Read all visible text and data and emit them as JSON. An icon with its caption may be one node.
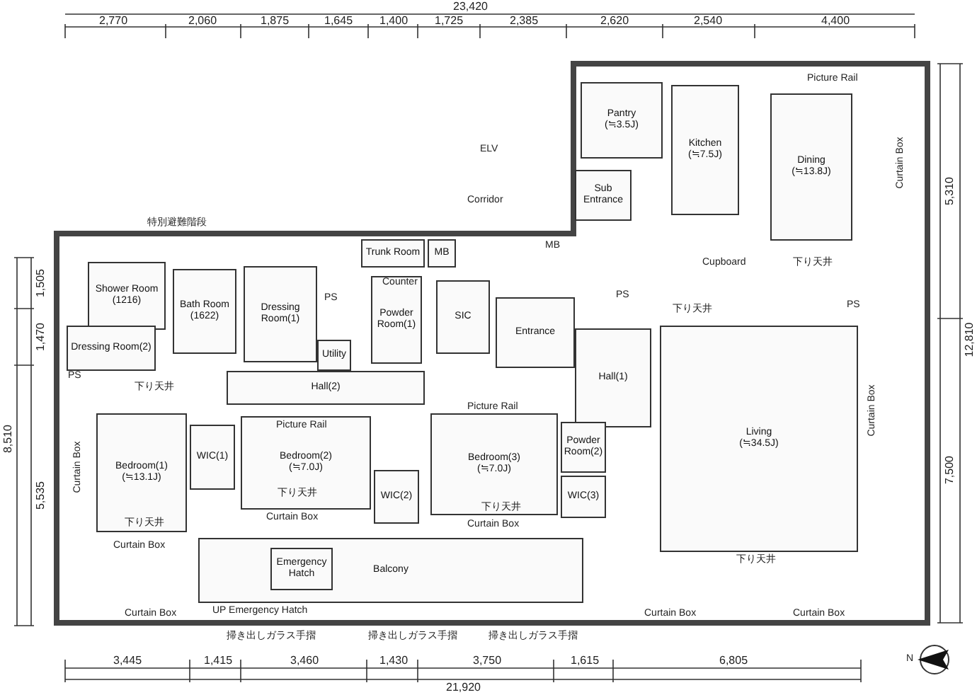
{
  "diagram": {
    "nodes": [
      {
        "text": [
          "Shower Room",
          "(1216)"
        ]
      },
      {
        "text": [
          "Bath Room",
          "(1622)"
        ]
      },
      {
        "text": [
          "Dressing Room(1)"
        ]
      },
      {
        "text": [
          "Dressing Room(2)"
        ]
      },
      {
        "text": [
          "Utility"
        ]
      },
      {
        "text": [
          "Trunk Room"
        ]
      },
      {
        "text": [
          "MB"
        ]
      },
      {
        "text": [
          "Powder Room(1)"
        ]
      },
      {
        "text": [
          "SIC"
        ]
      },
      {
        "text": [
          "Hall(2)"
        ]
      },
      {
        "text": [
          "Entrance"
        ]
      },
      {
        "text": [
          "Hall(1)"
        ]
      },
      {
        "text": [
          "Bedroom(1)",
          "(≒13.1J)"
        ]
      },
      {
        "text": [
          "WIC(1)"
        ]
      },
      {
        "text": [
          "Bedroom(2)",
          "(≒7.0J)"
        ]
      },
      {
        "text": [
          "WIC(2)"
        ]
      },
      {
        "text": [
          "Bedroom(3)",
          "(≒7.0J)"
        ]
      },
      {
        "text": [
          "Powder Room(2)"
        ]
      },
      {
        "text": [
          "WIC(3)"
        ]
      },
      {
        "text": [
          "Balcony"
        ]
      },
      {
        "text": [
          "Emergency Hatch"
        ],
        "in": 19
      },
      {
        "text": [
          "Pantry",
          "(≒3.5J)"
        ]
      },
      {
        "text": [
          "Kitchen",
          "(≒7.5J)"
        ]
      },
      {
        "text": [
          "Dining",
          "(≒13.8J)"
        ]
      },
      {
        "text": [
          "Sub Entrance"
        ]
      },
      {
        "text": [
          "Living",
          "(≒34.5J)"
        ]
      }
    ],
    "labels": [
      "23,420",
      "2,770",
      "2,060",
      "1,875",
      "1,645",
      "1,400",
      "1,725",
      "2,385",
      "2,620",
      "2,540",
      "4,400",
      "8,510",
      "1,505",
      "1,470",
      "5,535",
      "12,810",
      "5,310",
      "7,500",
      "3,445",
      "1,415",
      "3,460",
      "1,430",
      "3,750",
      "1,615",
      "6,805",
      "21,920",
      "N",
      "特別避難階段",
      "ELV",
      "Corridor",
      "UP Emergency Hatch",
      "Curtain Box",
      "Curtain Box",
      "Curtain Box",
      "Curtain Box",
      "Curtain Box",
      "Curtain Box",
      "Curtain Box",
      "Curtain Box",
      "Curtain Box",
      "Picture Rail",
      "Picture Rail",
      "Picture Rail",
      "Cupboard",
      "Counter",
      "MB",
      "PS",
      "PS",
      "PS",
      "PS",
      "下り天井",
      "下り天井",
      "下り天井",
      "下り天井",
      "下り天井",
      "下り天井",
      "下り天井",
      "掃き出しガラス手摺",
      "掃き出しガラス手摺",
      "掃き出しガラス手摺"
    ]
  }
}
